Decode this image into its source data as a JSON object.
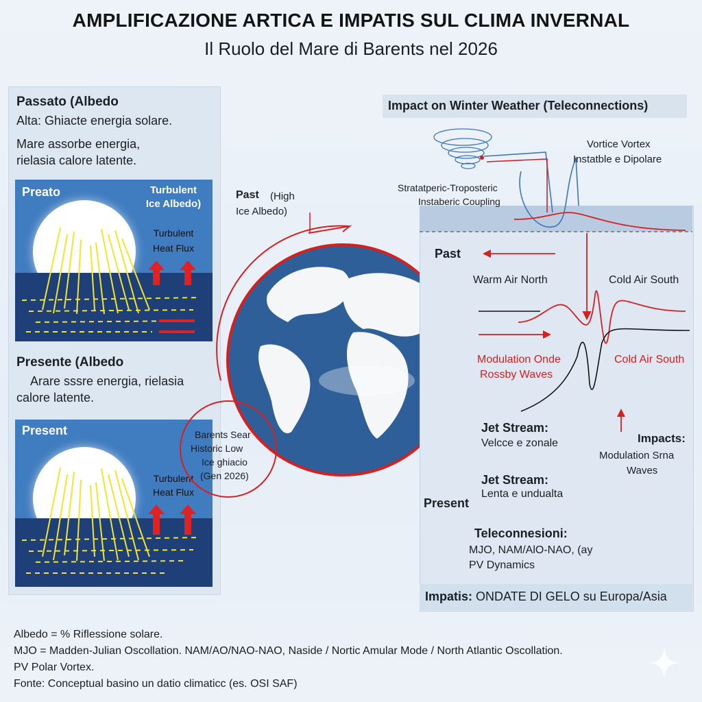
{
  "header": {
    "title": "AMPLIFICAZIONE ARTICA E IMPATIS SUL CLIMA INVERNAL",
    "subtitle": "Il Ruolo del Mare di Barents nel 2026"
  },
  "left": {
    "past_heading": "Passato (Albedo",
    "past_line1": "Alta: Ghiacte energia solare.",
    "past_line2a": "Mare assorbe energia,",
    "past_line2b": "rielasia calore latente.",
    "past_scene_title": "Preato",
    "past_scene_ice_a": "Turbulent",
    "past_scene_ice_b": "Ice Albedo)",
    "past_scene_flux_a": "Turbulent",
    "past_scene_flux_b": "Heat Flux",
    "present_heading": "Presente (Albedo",
    "present_line1": "Arare sssre energia, rielasia",
    "present_line2": "calore latente.",
    "present_scene_title": "Present",
    "present_scene_flux_a": "Turbulent",
    "present_scene_flux_b": "Heat Flux"
  },
  "center": {
    "past_a": "Past",
    "past_b": "(High",
    "past_c": "Ice Albedo)",
    "barents_a": "Barents Sear",
    "barents_b": "Historic Low",
    "barents_c": "Ice ghiacio",
    "barents_d": "(Gen 2026)"
  },
  "right": {
    "header": "Impact on Winter Weather (Teleconnections)",
    "vortex_a": "Vortice Vortex",
    "vortex_b": "Instatble e Dipolare",
    "coupling_a": "Stratatperic-Troposteric",
    "coupling_b": "Instaberic Coupling",
    "past": "Past",
    "warm_north": "Warm Air North",
    "cold_south_top": "Cold Air South",
    "modulation_a": "Modulation Onde",
    "modulation_b": "Rossby Waves",
    "cold_south_red": "Cold Air South",
    "jet1_title": "Jet Stream:",
    "jet1_text": "Velcce e zonale",
    "impacts_title": "Impacts:",
    "impacts_a": "Modulation Srna",
    "impacts_b": "Waves",
    "jet2_title": "Jet Stream:",
    "jet2_text": "Lenta e undualta",
    "present": "Present",
    "tele_title": "Teleconnesioni:",
    "tele_a": "MJO, NAM/AlO-NAO, (ay",
    "tele_b": "PV Dynamics",
    "impatis_bold": "Impatis:",
    "impatis_text": "ONDATE DI GELO su Europa/Asia"
  },
  "footer": {
    "line1": "Albedo = % Riflessione solare.",
    "line2": "MJO = Madden-Julian Oscollation.  NAM/AO/NAO-NAO, Naside / Nortic Amular Mode / North Atlantic Oscollation.",
    "line3": "PV Polar Vortex.",
    "line4": "Fonte: Conceptual basino un datio climaticc (es. OSI SAF)"
  },
  "colors": {
    "ocean": "#2f5f98",
    "accent_red": "#d62020",
    "ray_yellow": "#f3e52a",
    "scene_blue": "#3f7cc0"
  }
}
